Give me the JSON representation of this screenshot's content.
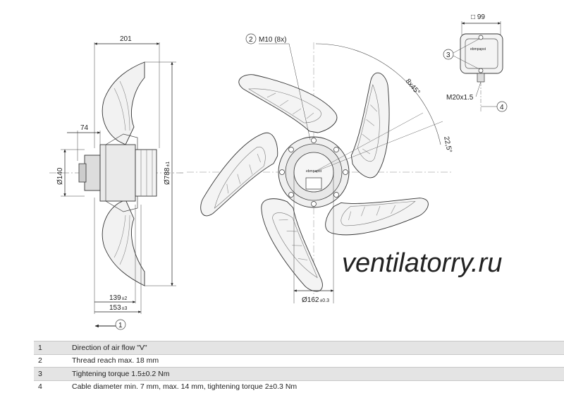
{
  "watermark": "ventilatorry.ru",
  "side_view": {
    "dim_201": "201",
    "dim_74": "74",
    "dim_140": "Ø140",
    "dim_788": "Ø788",
    "dim_788_tol": "±1",
    "dim_139": "139",
    "dim_139_tol": "±2",
    "dim_153": "153",
    "dim_153_tol": "±3",
    "callout_1": "1"
  },
  "front_view": {
    "callout_2": "2",
    "thread": "M10 (8x)",
    "angle_8x45": "8x45°",
    "angle_22": "22,5°",
    "dim_162": "Ø162",
    "dim_162_tol": "±0.3",
    "brand_label": "ebmpapst"
  },
  "terminal_box": {
    "dim_99": "□ 99",
    "callout_3": "3",
    "cable_gland": "M20x1.5",
    "callout_4": "4",
    "brand_label": "ebmpapst"
  },
  "legend": [
    {
      "num": "1",
      "text": "Direction of air flow \"V\""
    },
    {
      "num": "2",
      "text": "Thread reach max. 18 mm"
    },
    {
      "num": "3",
      "text": "Tightening torque 1.5±0.2 Nm"
    },
    {
      "num": "4",
      "text": "Cable diameter min. 7 mm, max. 14 mm, tightening torque 2±0.3 Nm"
    }
  ]
}
